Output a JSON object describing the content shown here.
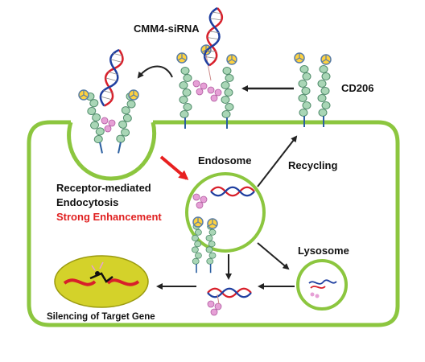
{
  "labels": {
    "cmm4_sirna": "CMM4-siRNA",
    "cd206": "CD206",
    "endosome": "Endosome",
    "recycling": "Recycling",
    "receptor_line1": "Receptor-mediated",
    "receptor_line2": "Endocytosis",
    "strong_enhancement": "Strong Enhancement",
    "lysosome": "Lysosome",
    "silencing": "Silencing of Target Gene"
  },
  "colors": {
    "membrane": "#8cc63f",
    "receptor": "#a9d6b6",
    "mannose": "#ffd23f",
    "mannose_stroke": "#5b7ea6",
    "sirna_red": "#d81f2a",
    "sirna_blue": "#1f3fa0",
    "linker_pink": "#e6a0d6",
    "nucleus_fill": "#d4d22a",
    "strong_enhancement": "#e02020",
    "enhancement_arrow": "#e82020"
  }
}
